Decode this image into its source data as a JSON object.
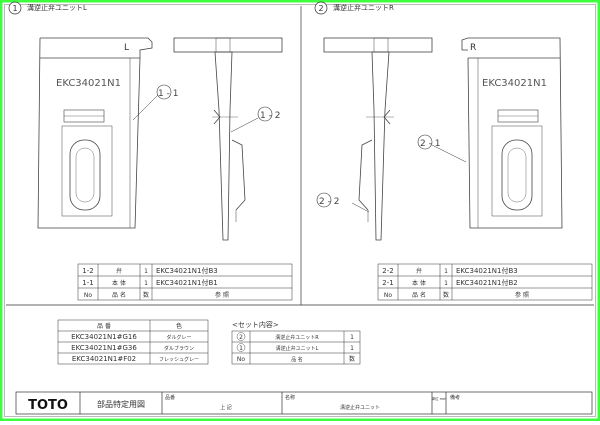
{
  "colors": {
    "border": "#3dff3d",
    "line": "#333333",
    "muted": "#666666"
  },
  "left": {
    "header": {
      "num": "1",
      "title": "溝逆止弁ユニットL"
    },
    "side_letter": "L",
    "part_code": "EKC34021N1",
    "callout_a": "1 - 1",
    "callout_b": "1 - 2",
    "table": {
      "rows": [
        {
          "no": "1-2",
          "name": "弁",
          "qty": "1",
          "note": "EKC34021N1付B3"
        },
        {
          "no": "1-1",
          "name": "本 体",
          "qty": "1",
          "note": "EKC34021N1付B1"
        }
      ],
      "footer": {
        "no": "No",
        "name": "品 名",
        "qty": "数",
        "note": "参 照"
      }
    }
  },
  "right": {
    "header": {
      "num": "2",
      "title": "溝逆止弁ユニットR"
    },
    "side_letter": "R",
    "part_code": "EKC34021N1",
    "callout_a": "2 - 1",
    "callout_b": "2 - 2",
    "table": {
      "rows": [
        {
          "no": "2-2",
          "name": "弁",
          "qty": "1",
          "note": "EKC34021N1付B3"
        },
        {
          "no": "2-1",
          "name": "本 体",
          "qty": "1",
          "note": "EKC34021N1付B2"
        }
      ],
      "footer": {
        "no": "No",
        "name": "品 名",
        "qty": "数",
        "note": "参 照"
      }
    }
  },
  "variants": {
    "header": {
      "code": "品 番",
      "color": "色"
    },
    "rows": [
      {
        "code": "EKC34021N1#G16",
        "color": "ダルグレー"
      },
      {
        "code": "EKC34021N1#G36",
        "color": "ダルブラウン"
      },
      {
        "code": "EKC34021N1#F02",
        "color": "フレッシュグレー"
      }
    ]
  },
  "set": {
    "title": "<セット内容>",
    "rows": [
      {
        "no": "2",
        "name": "溝逆止弁ユニットR",
        "qty": "1"
      },
      {
        "no": "1",
        "name": "溝逆止弁ユニットL",
        "qty": "1"
      }
    ],
    "footer": {
      "no": "No",
      "name": "品 名",
      "qty": "数"
    }
  },
  "title_block": {
    "logo": "TOTO",
    "doc_type": "部品特定用図",
    "field1_label": "品番",
    "field1_value": "上 記",
    "field2_label": "名称",
    "field2_value": "溝逆止弁ユニット",
    "unit_label": "単位 mm",
    "remarks_label": "備考"
  }
}
